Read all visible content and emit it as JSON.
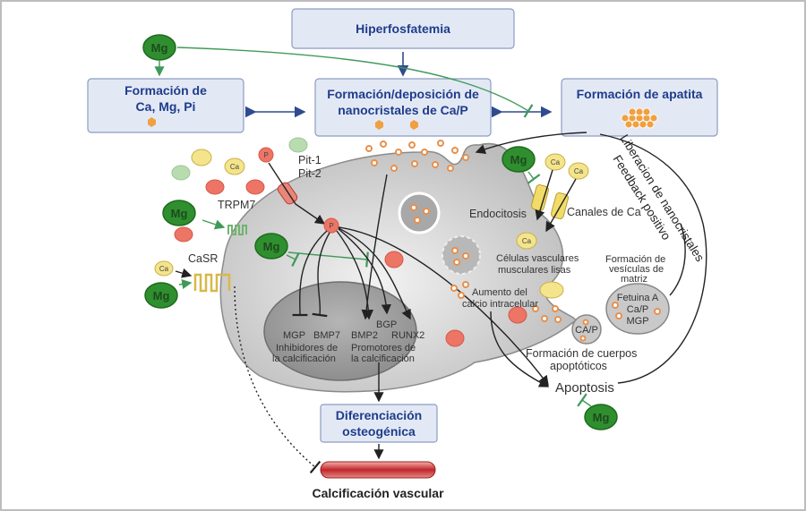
{
  "title_box": "Hiperfosfatemia",
  "boxes": {
    "formation_ca_mg_pi": [
      "Formación de",
      "Ca, Mg, Pi"
    ],
    "nanocrystals": [
      "Formación/deposición de",
      "nanocristales de Ca/P"
    ],
    "apatite": "Formación de apatita",
    "osteogenic": [
      "Diferenciación",
      "osteogénica"
    ]
  },
  "labels": {
    "mg": "Mg",
    "ca": "Ca",
    "pi": "P",
    "pit": [
      "Pit-1",
      "Pit-2"
    ],
    "trpm7": "TRPM7",
    "casr": "CaSR",
    "genes_inhib": [
      "MGP",
      "BMP7"
    ],
    "inhibitors": [
      "Inhibidores de",
      "la calcificación"
    ],
    "genes_prom": [
      "BMP2",
      "BGP",
      "RUNX2"
    ],
    "promoters": [
      "Promotores de",
      "la calcificación"
    ],
    "endocytosis": "Endocitosis",
    "ca_channels": "Canales de Ca",
    "cells": [
      "Células vasculares",
      "musculares lisas"
    ],
    "intracellular_ca": [
      "Aumento del",
      "calcio intracelular"
    ],
    "matrix_vesicles": [
      "Formación de",
      "vesículas de",
      "matriz"
    ],
    "vesicle_content": [
      "Fetuina A",
      "Ca/P",
      "MGP"
    ],
    "small_vesicle": "CA/P",
    "apoptotic_bodies": [
      "Formación de cuerpos",
      "apoptóticos"
    ],
    "apoptosis": "Apoptosis",
    "nanocrystal_release": "Liberacion de nanocristales",
    "positive_feedback": "Feedback positivo",
    "vascular_calcification": "Calcificación vascular"
  },
  "colors": {
    "box_text": "#1f3c8c",
    "mg": "#2f8f2f",
    "cell": "#c8c8c8",
    "crystal": "#f0a040"
  }
}
